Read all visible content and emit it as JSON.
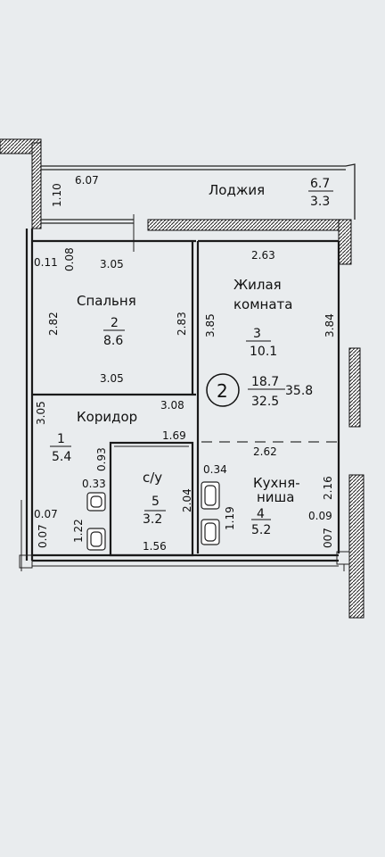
{
  "apartment": {
    "number": "2",
    "living_area": "18.7",
    "total_area": "35.8",
    "area_alt": "32.5"
  },
  "rooms": {
    "loggia": {
      "name": "Лоджия",
      "area": "6.7",
      "area2": "3.3"
    },
    "bedroom": {
      "name": "Спальня",
      "number": "2",
      "area": "8.6"
    },
    "living": {
      "name1": "Жилая",
      "name2": "комната",
      "number": "3",
      "area": "10.1"
    },
    "corridor": {
      "name": "Коридор",
      "number": "1",
      "area": "5.4"
    },
    "bathroom": {
      "name": "с/у",
      "number": "5",
      "area": "3.2"
    },
    "kitchen": {
      "name1": "Кухня-",
      "name2": "ниша",
      "number": "4",
      "area": "5.2"
    }
  },
  "dimensions": {
    "loggia_length": "6.07",
    "loggia_depth": "1.10",
    "d_011": "0.11",
    "d_008": "0.08",
    "bedroom_top": "3.05",
    "bedroom_height": "2.82",
    "bedroom_inner": "2.83",
    "bedroom_bottom": "3.05",
    "living_top": "2.63",
    "living_left": "3.85",
    "living_right": "3.84",
    "corridor_left": "3.05",
    "corridor_top": "3.08",
    "corridor_mid": "1.69",
    "d_093": "0.93",
    "d_033": "0.33",
    "d_007a": "0.07",
    "d_007b": "0.07",
    "d_122": "1.22",
    "bath_height": "2.04",
    "bath_bottom": "1.56",
    "d_034": "0.34",
    "d_119": "1.19",
    "kitchen_top": "2.62",
    "kitchen_right": "2.16",
    "d_009": "0.09",
    "d_007c": "007"
  }
}
